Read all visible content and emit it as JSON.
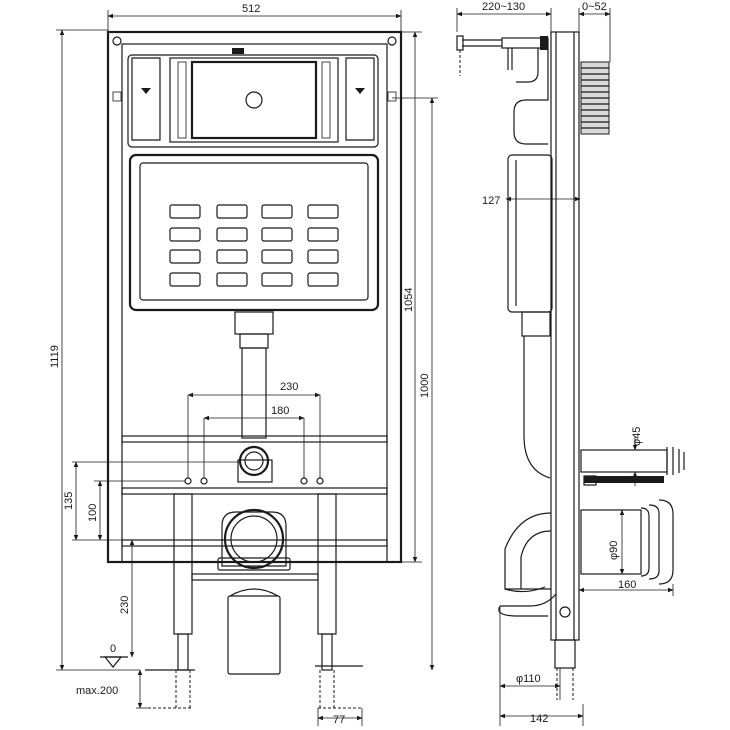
{
  "front_view": {
    "width_512": "512",
    "height_1119": "1119",
    "height_1054": "1054",
    "height_1000": "1000",
    "spacing_230": "230",
    "spacing_180": "180",
    "height_135": "135",
    "height_100": "100",
    "leg_230": "230",
    "floor_0": "0",
    "max_200": "max.200",
    "foot_77": "77"
  },
  "side_view": {
    "depth_220_130": "220~130",
    "offset_0_52": "0~52",
    "depth_127": "127",
    "diameter_45": "φ45",
    "diameter_90": "φ90",
    "length_160": "160",
    "diameter_110": "φ110",
    "depth_142": "142"
  }
}
